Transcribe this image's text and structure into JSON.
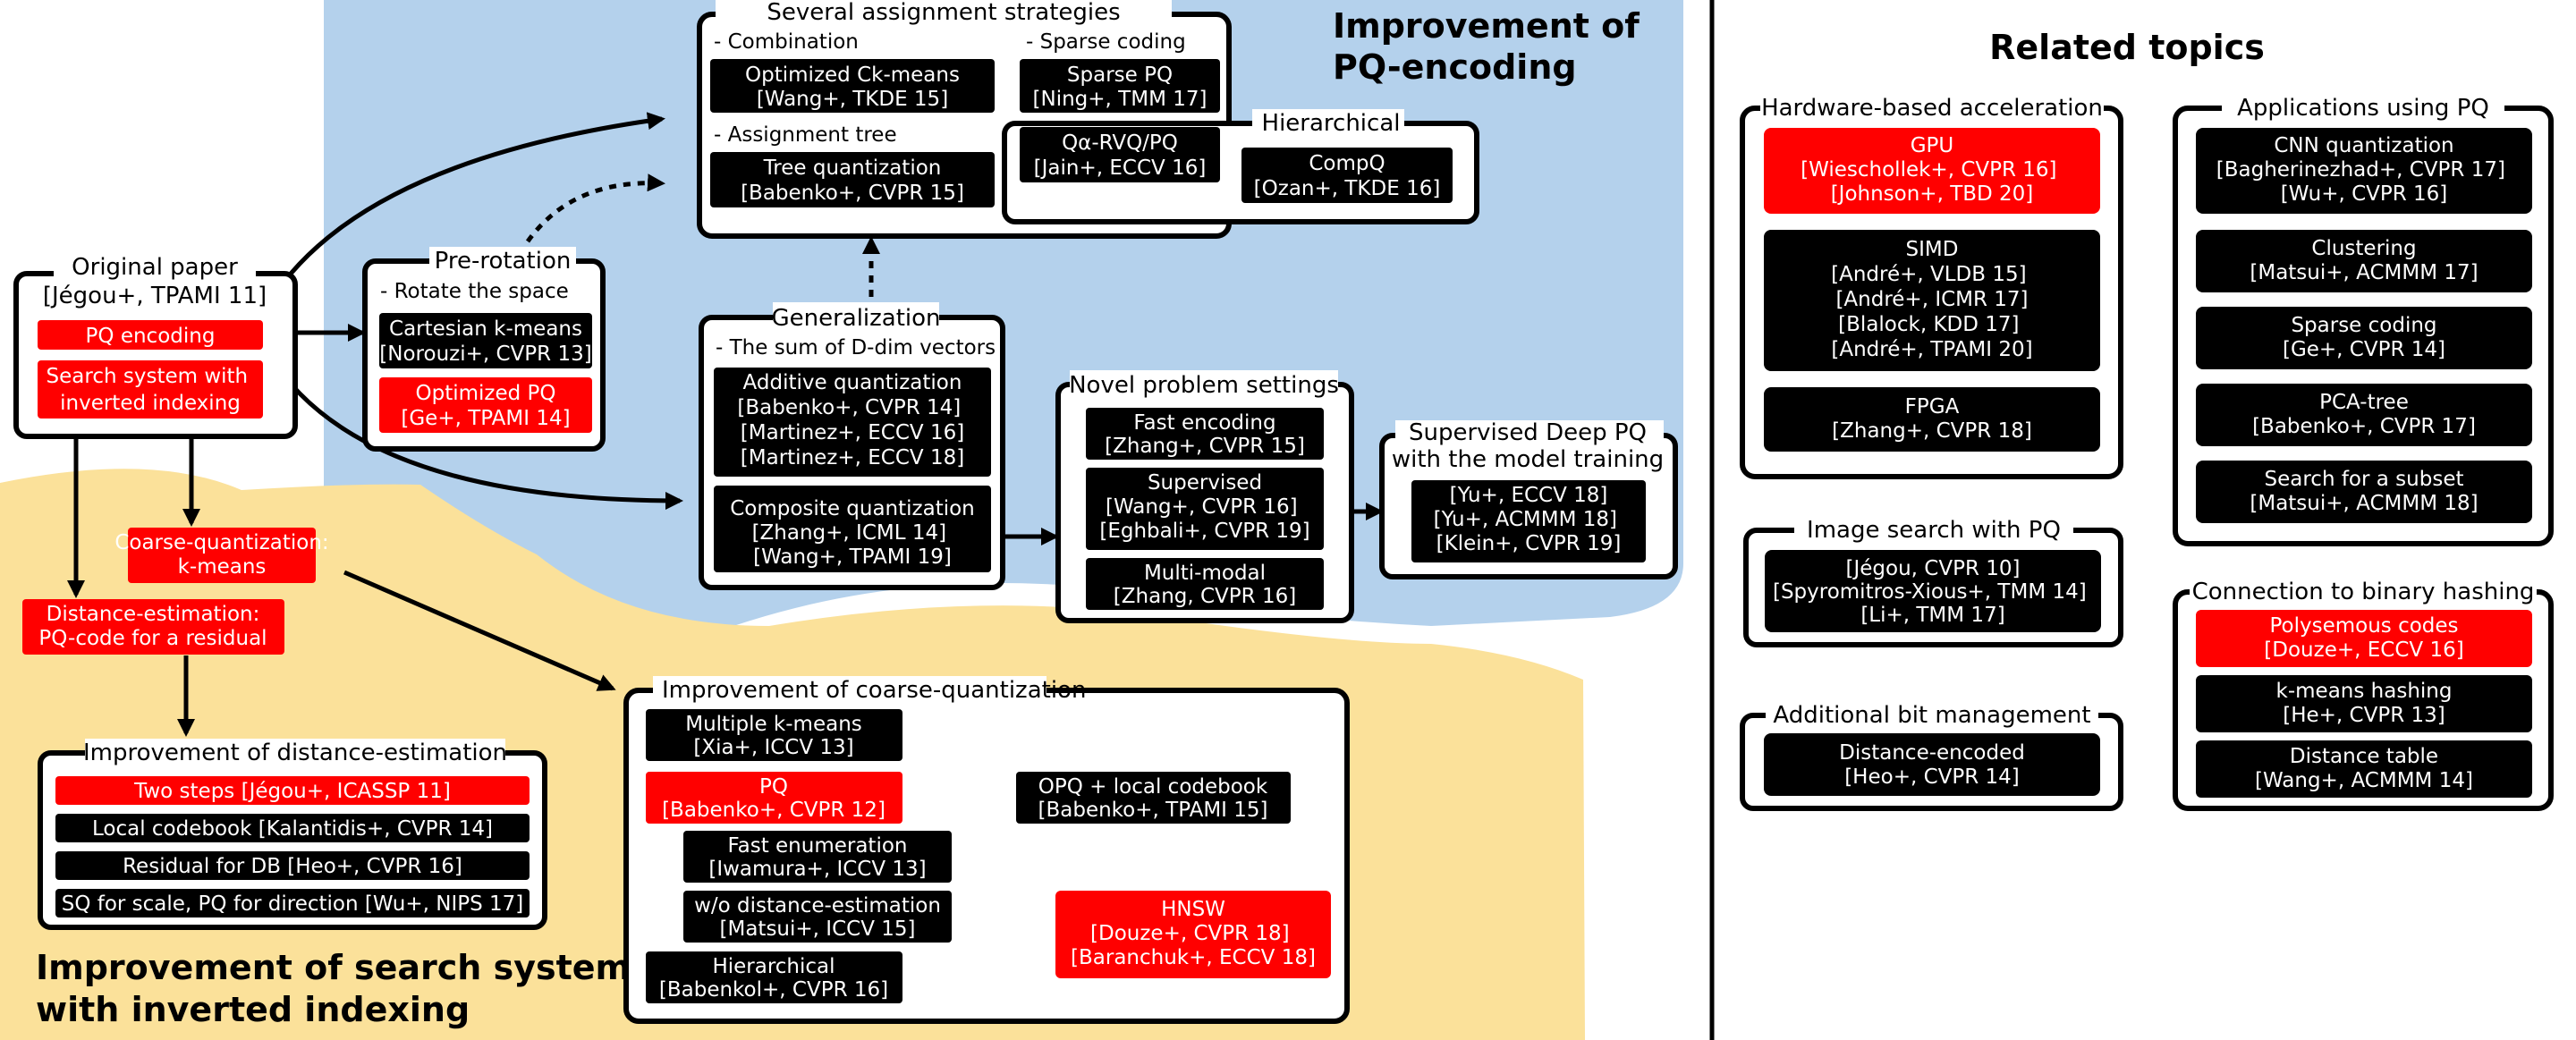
{
  "colors": {
    "blue_region": "#b4d1ec",
    "yellow_region": "#fbe19a",
    "black_box": "#000000",
    "red_box": "#ff0000",
    "box_text": "#ffffff"
  },
  "regions": {
    "pq_title": [
      "Improvement of",
      "PQ-encoding"
    ],
    "ivf_title": [
      "Improvement of search system",
      "with inverted indexing"
    ],
    "related_title": "Related topics"
  },
  "original": {
    "title": "Original paper",
    "cite": "[Jégou+, TPAMI 11]",
    "pq_encoding": "PQ encoding",
    "search": [
      "Search system with",
      "inverted indexing"
    ]
  },
  "prerotation": {
    "title": "Pre-rotation",
    "sub": "- Rotate the space",
    "b1": [
      "Cartesian k-means",
      "[Norouzi+, CVPR 13]"
    ],
    "b2": [
      "Optimized PQ",
      "[Ge+, TPAMI 14]"
    ]
  },
  "assignment": {
    "title": "Several assignment strategies",
    "comb": "- Combination",
    "comb_box": [
      "Optimized Ck-means",
      "[Wang+, TKDE 15]"
    ],
    "sparse": "- Sparse coding",
    "sparse_box": [
      "Sparse PQ",
      "[Ning+, TMM 17]"
    ],
    "tree": "- Assignment tree",
    "tree_box": [
      "Tree quantization",
      "[Babenko+, CVPR 15]"
    ]
  },
  "hierarchical": {
    "title": "Hierarchical",
    "qa": [
      "Qα-RVQ/PQ",
      "[Jain+, ECCV 16]"
    ],
    "compq": [
      "CompQ",
      "[Ozan+, TKDE 16]"
    ]
  },
  "generalization": {
    "title": "Generalization",
    "sub": "- The sum of D-dim vectors",
    "b1": [
      "Additive quantization",
      "[Babenko+, CVPR 14]",
      "[Martinez+, ECCV 16]",
      "[Martinez+, ECCV 18]"
    ],
    "b2": [
      "Composite quantization",
      "[Zhang+, ICML 14]",
      "[Wang+, TPAMI 19]"
    ]
  },
  "novel": {
    "title": "Novel problem settings",
    "b1": [
      "Fast encoding",
      "[Zhang+, CVPR 15]"
    ],
    "b2": [
      "Supervised",
      "[Wang+, CVPR 16]",
      "[Eghbali+, CVPR 19]"
    ],
    "b3": [
      "Multi-modal",
      "[Zhang, CVPR 16]"
    ]
  },
  "deep": {
    "title": [
      "Supervised Deep PQ",
      "with the model training"
    ],
    "b1": [
      "[Yu+, ECCV 18]",
      "[Yu+, ACMMM 18]",
      "[Klein+, CVPR 19]"
    ]
  },
  "coarse_km": [
    "Coarse-quantization:",
    "k-means"
  ],
  "dist_est": [
    "Distance-estimation:",
    "PQ-code for a residual"
  ],
  "improve_dist": {
    "title": "Improvement of distance-estimation",
    "items": [
      "Two steps [Jégou+, ICASSP 11]",
      "Local codebook [Kalantidis+, CVPR 14]",
      "Residual for DB [Heo+, CVPR 16]",
      "SQ for scale, PQ for direction [Wu+, NIPS 17]"
    ]
  },
  "improve_coarse": {
    "title": "Improvement of coarse-quantization",
    "multi": [
      "Multiple k-means",
      "[Xia+, ICCV 13]"
    ],
    "pq": [
      "PQ",
      "[Babenko+, CVPR 12]"
    ],
    "opq": [
      "OPQ + local codebook",
      "[Babenko+, TPAMI 15]"
    ],
    "fast": [
      "Fast enumeration",
      "[Iwamura+, ICCV 13]"
    ],
    "wo": [
      "w/o distance-estimation",
      "[Matsui+, ICCV 15]"
    ],
    "hnsw": [
      "HNSW",
      "[Douze+, CVPR 18]",
      "[Baranchuk+, ECCV 18]"
    ],
    "hier": [
      "Hierarchical",
      "[Babenkol+, CVPR 16]"
    ]
  },
  "hardware": {
    "title": "Hardware-based acceleration",
    "gpu": [
      "GPU",
      "[Wieschollek+, CVPR 16]",
      "[Johnson+, TBD 20]"
    ],
    "simd": [
      "SIMD",
      "[André+, VLDB 15]",
      "[André+, ICMR 17]",
      "[Blalock, KDD 17]",
      "[André+, TPAMI 20]"
    ],
    "fpga": [
      "FPGA",
      "[Zhang+, CVPR 18]"
    ]
  },
  "image_search": {
    "title": "Image search with PQ",
    "box": [
      "[Jégou, CVPR 10]",
      "[Spyromitros-Xious+, TMM 14]",
      "[Li+, TMM 17]"
    ]
  },
  "bit_mgmt": {
    "title": "Additional bit management",
    "box": [
      "Distance-encoded",
      "[Heo+, CVPR 14]"
    ]
  },
  "applications": {
    "title": "Applications using PQ",
    "cnn": [
      "CNN quantization",
      "[Bagherinezhad+, CVPR 17]",
      "[Wu+, CVPR 16]"
    ],
    "clustering": [
      "Clustering",
      "[Matsui+, ACMMM 17]"
    ],
    "sparse": [
      "Sparse coding",
      "[Ge+, CVPR 14]"
    ],
    "pca": [
      "PCA-tree",
      "[Babenko+, CVPR 17]"
    ],
    "subset": [
      "Search for a subset",
      "[Matsui+, ACMMM 18]"
    ]
  },
  "binary": {
    "title": "Connection to binary hashing",
    "poly": [
      "Polysemous codes",
      "[Douze+, ECCV 16]"
    ],
    "kmh": [
      "k-means hashing",
      "[He+, CVPR 13]"
    ],
    "dt": [
      "Distance table",
      "[Wang+, ACMMM 14]"
    ]
  }
}
